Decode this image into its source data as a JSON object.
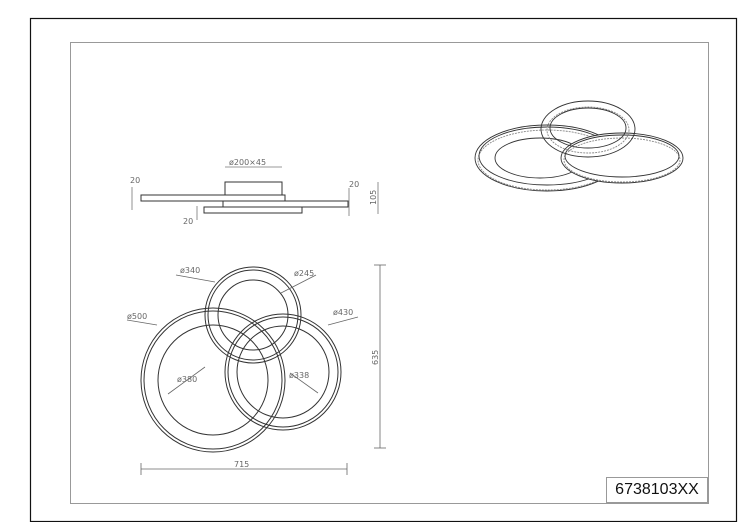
{
  "drawing": {
    "product_code": "6738103XX",
    "side_view": {
      "box": "ø200×45",
      "plate_top": "20",
      "plate_right": "20",
      "plate_bottom": "20",
      "height": "105"
    },
    "top_view": {
      "labels": {
        "d340": "ø340",
        "d245": "ø245",
        "d500": "ø500",
        "d430": "ø430",
        "d380": "ø380",
        "d338": "ø338"
      },
      "width": "715",
      "depth": "635"
    }
  }
}
